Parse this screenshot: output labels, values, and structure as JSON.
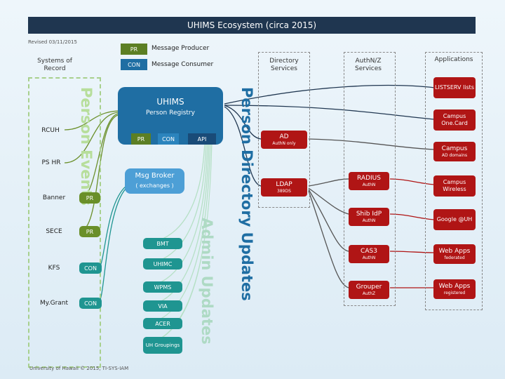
{
  "title": "UHIMS Ecosystem (circa 2015)",
  "revised": "Revised 03/11/2015",
  "legend": {
    "pr": "PR",
    "producer": "Message Producer",
    "con": "CON",
    "consumer": "Message Consumer"
  },
  "headers": {
    "sor": "Systems of Record",
    "dir": "Directory Services",
    "authnz": "AuthN/Z Services",
    "apps": "Applications"
  },
  "uhims": {
    "title": "UHIMS",
    "subtitle": "Person Registry",
    "pr": "PR",
    "con": "CON",
    "api": "API"
  },
  "msg_broker": {
    "title": "Msg Broker",
    "sub": "( exchanges )"
  },
  "vertical": {
    "person_events": "Person Events",
    "person_dir": "Person Directory Updates",
    "admin": "Admin Updates"
  },
  "sor": {
    "rcuh": "RCUH",
    "pshr": "PS HR",
    "banner": {
      "name": "Banner",
      "tag": "PR"
    },
    "sece": {
      "name": "SECE",
      "tag": "PR"
    },
    "kfs": {
      "name": "KFS",
      "tag": "CON"
    },
    "mygrant": {
      "name": "My.Grant",
      "tag": "CON"
    }
  },
  "admin_apps": {
    "bmt": "BMT",
    "uhimc": "UHIMC",
    "wpms": "WPMS",
    "via": "VIA",
    "acer": "ACER",
    "uh_groupings": "UH Groupings"
  },
  "directory": {
    "ad": {
      "name": "AD",
      "sub": "AuthN only"
    },
    "ldap": {
      "name": "LDAP",
      "sub": "389DS"
    }
  },
  "authnz": {
    "radius": {
      "name": "RADIUS",
      "sub": "AuthN"
    },
    "shib": {
      "name": "Shib IdP",
      "sub": "AuthN"
    },
    "cas": {
      "name": "CAS3",
      "sub": "AuthN"
    },
    "grouper": {
      "name": "Grouper",
      "sub": "AuthZ"
    }
  },
  "apps": {
    "listserv": "LISTSERV lists",
    "onecard": "Campus One.Card",
    "campus_ad": {
      "name": "Campus",
      "sub": "AD domains"
    },
    "wireless": "Campus Wireless",
    "google": "Google @UH",
    "webapps_fed": {
      "name": "Web Apps",
      "sub": "federated"
    },
    "webapps_reg": {
      "name": "Web Apps",
      "sub": "registered"
    }
  },
  "footer": "University of Hawaii © 2015, TI-SYS-IAM",
  "colors": {
    "banner": "#1f3650",
    "uhims": "#1f6ea3",
    "red": "#b01515",
    "green": "#6a8f29",
    "teal": "#1f9591"
  }
}
